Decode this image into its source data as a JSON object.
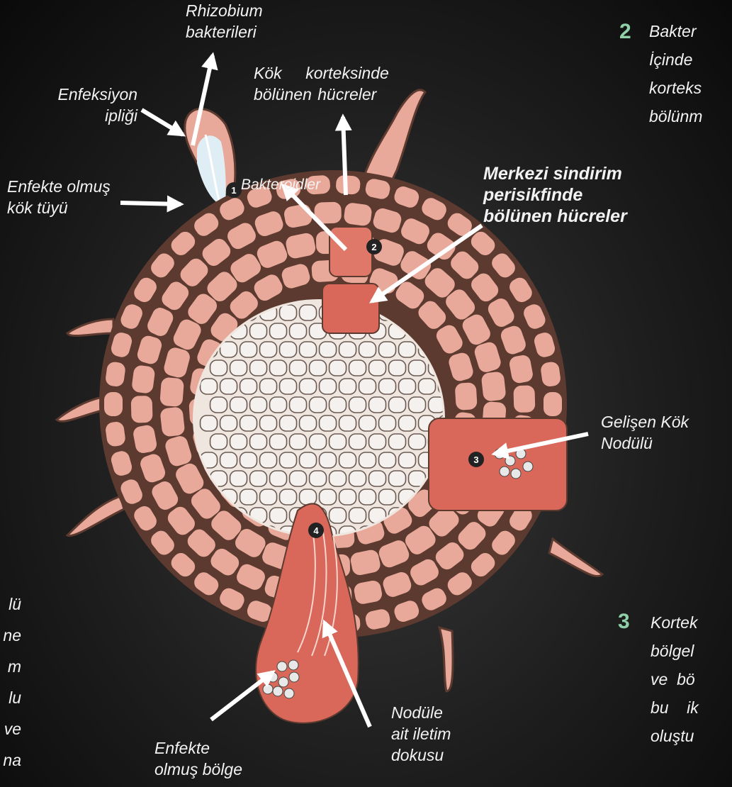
{
  "labels": {
    "rhizobium": [
      "Rhizobium",
      "bakterileri"
    ],
    "kortekste_bolunen": [
      "Kök    korteksinde",
      "bölünen hücreler"
    ],
    "enfeksiyon_ipligi": [
      "Enfeksiyon",
      "ipliği"
    ],
    "bakteroidler": "Bakteroidler",
    "enfekte_tuy": [
      "Enfekte olmuş",
      "kök tüyü"
    ],
    "merkezi": [
      "Merkezi sindirim",
      "perisikfinde",
      "bölünen hücreler"
    ],
    "gelisen_nodul": [
      "Gelişen Kök",
      "Nodülü"
    ],
    "enfekte_bolge": [
      "Enfekte",
      "olmuş bölge"
    ],
    "iletim_dokusu": [
      "Nodüle",
      "ait iletim",
      "dokusu"
    ]
  },
  "side_text": {
    "step2_number": "2",
    "step2_lines": [
      "Bakter",
      "İçinde",
      "korteks",
      "bölünm"
    ],
    "step3_number": "3",
    "step3_lines": [
      "Kortek",
      "bölgel",
      "ve  bö",
      "bu    ik",
      "oluştu"
    ],
    "left_lines": [
      "lü",
      "ne",
      "m",
      "lu",
      "ve",
      "na"
    ]
  },
  "markers": [
    "1",
    "2",
    "3",
    "4"
  ],
  "colors": {
    "cortex_cell": "#e9a99a",
    "cortex_wall": "#5c3a2f",
    "stele_cell": "#f4f1ee",
    "dividing_tissue": "#d9685a",
    "accent_number": "#8fd0a8"
  }
}
